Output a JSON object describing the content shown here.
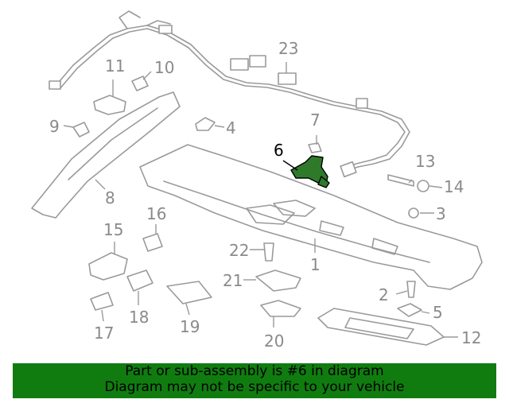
{
  "callouts": [
    {
      "id": "1",
      "label": "1"
    },
    {
      "id": "2",
      "label": "2"
    },
    {
      "id": "3",
      "label": "3"
    },
    {
      "id": "4",
      "label": "4"
    },
    {
      "id": "5",
      "label": "5"
    },
    {
      "id": "6",
      "label": "6",
      "highlighted": true
    },
    {
      "id": "7",
      "label": "7"
    },
    {
      "id": "8",
      "label": "8"
    },
    {
      "id": "9",
      "label": "9"
    },
    {
      "id": "10",
      "label": "10"
    },
    {
      "id": "11",
      "label": "11"
    },
    {
      "id": "12",
      "label": "12"
    },
    {
      "id": "13",
      "label": "13"
    },
    {
      "id": "14",
      "label": "14"
    },
    {
      "id": "15",
      "label": "15"
    },
    {
      "id": "16",
      "label": "16"
    },
    {
      "id": "17",
      "label": "17"
    },
    {
      "id": "18",
      "label": "18"
    },
    {
      "id": "19",
      "label": "19"
    },
    {
      "id": "20",
      "label": "20"
    },
    {
      "id": "21",
      "label": "21"
    },
    {
      "id": "22",
      "label": "22"
    },
    {
      "id": "23",
      "label": "23"
    }
  ],
  "highlight_color": "#2f7a2a",
  "banner": {
    "line1": "Part or sub-assembly is #6 in diagram",
    "line2": "Diagram may not be specific to your vehicle",
    "background": "#107c10"
  }
}
